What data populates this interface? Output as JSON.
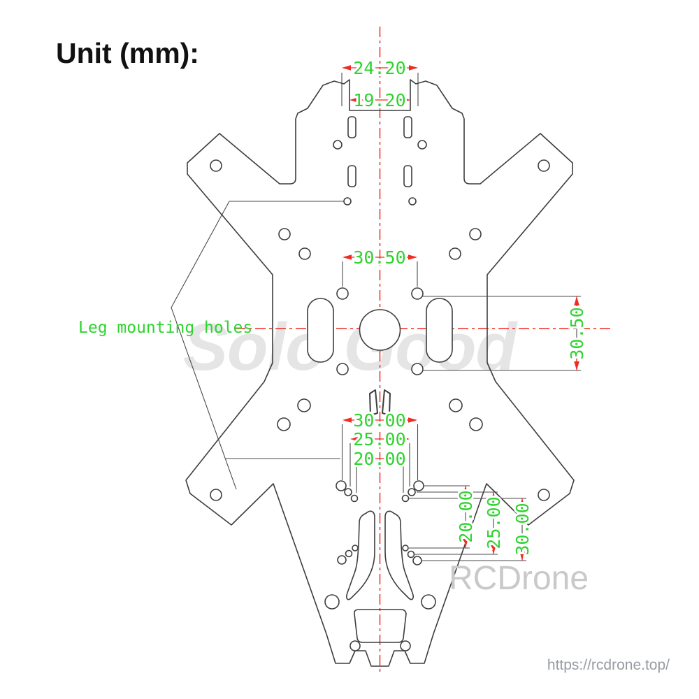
{
  "title": "Unit (mm):",
  "annotations": {
    "leg_mounting_holes": "Leg mounting holes"
  },
  "dimensions": {
    "slot_outer_width": "24.20",
    "slot_inner_width": "19.20",
    "front_hole_spacing": "30.50",
    "side_hole_spacing": "30.50",
    "lower_spacing_30": "30.00",
    "lower_spacing_25": "25.00",
    "lower_spacing_20": "20.00",
    "right_spacing_20": "20.00",
    "right_spacing_25": "25.00",
    "right_spacing_30": "30.00"
  },
  "watermarks": {
    "solo_good": "Solo Good",
    "rcdrone": "RCDrone",
    "website": "https://rcdrone.top/"
  },
  "colors": {
    "dimension_text_green": "#2fd32f",
    "centerline_red": "#ef2b24",
    "outline_gray": "#3d3d3d",
    "watermark_light": "#e5e5e5",
    "watermark_gray": "#c9c9c9",
    "url_gray": "#979ca2"
  }
}
